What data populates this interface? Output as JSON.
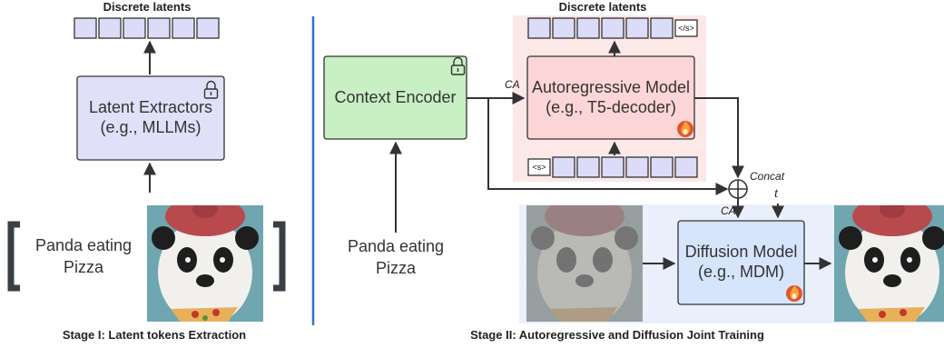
{
  "stage1": {
    "header": "Discrete latents",
    "extractor_title": "Latent Extractors",
    "extractor_sub": "(e.g., MLLMs)",
    "prompt_line1": "Panda eating",
    "prompt_line2": "Pizza",
    "caption": "Stage I: Latent tokens Extraction"
  },
  "stage2": {
    "header": "Discrete latents",
    "context_encoder": "Context Encoder",
    "ar_title": "Autoregressive Model",
    "ar_sub": "(e.g., T5-decoder)",
    "eos_token": "</s>",
    "bos_token": "<s>",
    "ca_label_top": "CA",
    "ca_label_bottom": "CA",
    "concat_label": "Concat",
    "t_label": "t",
    "diffusion_title": "Diffusion Model",
    "diffusion_sub": "(e.g., MDM)",
    "prompt_line1": "Panda eating",
    "prompt_line2": "Pizza",
    "caption": "Stage II: Autoregressive and Diffusion Joint Training"
  },
  "colors": {
    "token_fill": "#dcdcf8",
    "extractor_fill": "#e0e0f8",
    "encoder_fill": "#c8f0c4",
    "ar_fill": "#fcd6d6",
    "ar_region": "#fde8e8",
    "diffusion_fill": "#d6e4fc",
    "diffusion_region": "#eaf0fb",
    "divider": "#2f73c9"
  },
  "icons": [
    "lock-icon",
    "flame-icon",
    "panda-image",
    "noisy-panda-image",
    "concat-plus-icon"
  ]
}
